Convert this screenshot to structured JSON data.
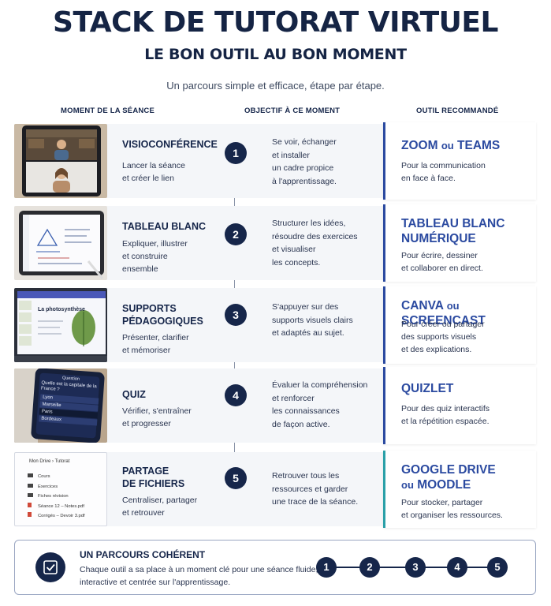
{
  "header": {
    "title": "STACK DE TUTORAT VIRTUEL",
    "subtitle": "LE BON OUTIL AU BON MOMENT",
    "tagline": "Un parcours simple et efficace, étape par étape."
  },
  "columns": {
    "moment": "MOMENT DE LA SÉANCE",
    "objectif": "OBJECTIF À CE MOMENT",
    "outil": "OUTIL RECOMMANDÉ"
  },
  "steps": [
    {
      "num": "1",
      "moment": "VISIOCONFÉRENCE",
      "moment_desc": [
        "Lancer la séance",
        "et créer le lien"
      ],
      "objectif": [
        "Se voir, échanger",
        "et installer",
        "un cadre propice",
        "à l'apprentissage."
      ],
      "tool_main": "ZOOM",
      "tool_join": "ou",
      "tool_alt": "TEAMS",
      "tool_desc": [
        "Pour la communication",
        "en face à face."
      ],
      "icon": "video-call-tablet-icon"
    },
    {
      "num": "2",
      "moment": "TABLEAU BLANC",
      "moment_desc": [
        "Expliquer, illustrer",
        "et construire",
        "ensemble"
      ],
      "objectif": [
        "Structurer les idées,",
        "résoudre des exercices",
        "et visualiser",
        "les concepts."
      ],
      "tool_lines": [
        "TABLEAU BLANC",
        "NUMÉRIQUE"
      ],
      "tool_desc": [
        "Pour écrire, dessiner",
        "et collaborer en direct."
      ],
      "icon": "whiteboard-tablet-icon"
    },
    {
      "num": "3",
      "moment": "SUPPORTS",
      "moment2": "PÉDAGOGIQUES",
      "moment_desc": [
        "Présenter, clarifier",
        "et mémoriser"
      ],
      "objectif": [
        "S'appuyer sur des",
        "supports visuels clairs",
        "et adaptés au sujet."
      ],
      "tool_main": "CANVA",
      "tool_join": "ou",
      "tool_alt": "SCREENCAST",
      "tool_desc": [
        "Pour créer ou partager",
        "des supports visuels",
        "et des explications."
      ],
      "thumb_text": "La photosynthèse",
      "icon": "slides-laptop-icon"
    },
    {
      "num": "4",
      "moment": "QUIZ",
      "moment_desc": [
        "Vérifier, s'entraîner",
        "et progresser"
      ],
      "objectif": [
        "Évaluer la compréhension",
        "et renforcer",
        "les connaissances",
        "de façon active."
      ],
      "tool_lines": [
        "QUIZLET"
      ],
      "tool_desc": [
        "Pour des quiz interactifs",
        "et la répétition espacée."
      ],
      "thumb": {
        "label": "Question",
        "question": "Quelle est la capitale de la France ?",
        "options": [
          "Lyon",
          "Marseille",
          "Paris",
          "Bordeaux"
        ]
      },
      "icon": "quiz-phone-icon"
    },
    {
      "num": "5",
      "moment": "PARTAGE",
      "moment2": "DE FICHIERS",
      "moment_desc": [
        "Centraliser, partager",
        "et retrouver"
      ],
      "objectif": [
        "Retrouver tous les",
        "ressources et garder",
        "une trace de la séance."
      ],
      "tool_lines": [
        "GOOGLE DRIVE"
      ],
      "tool_join": "ou",
      "tool_alt": "MOODLE",
      "tool_desc": [
        "Pour stocker, partager",
        "et organiser les ressources."
      ],
      "thumb": {
        "path": [
          "Mon Drive",
          "Tutorat"
        ],
        "items": [
          "Cours",
          "Exercices",
          "Fiches révision",
          "Séance 12 – Notes.pdf",
          "Corrigés – Devoir 3.pdf"
        ]
      },
      "icon": "file-drive-icon"
    }
  ],
  "footer": {
    "title": "UN PARCOURS COHÉRENT",
    "desc": [
      "Chaque outil a sa place à un moment clé pour une séance fluide,",
      "interactive et centrée sur l'apprentissage."
    ],
    "steps": [
      "1",
      "2",
      "3",
      "4",
      "5"
    ]
  },
  "colors": {
    "navy": "#16264a",
    "tool_blue": "#2b4aa0",
    "row_bg": "#f4f6f9"
  }
}
